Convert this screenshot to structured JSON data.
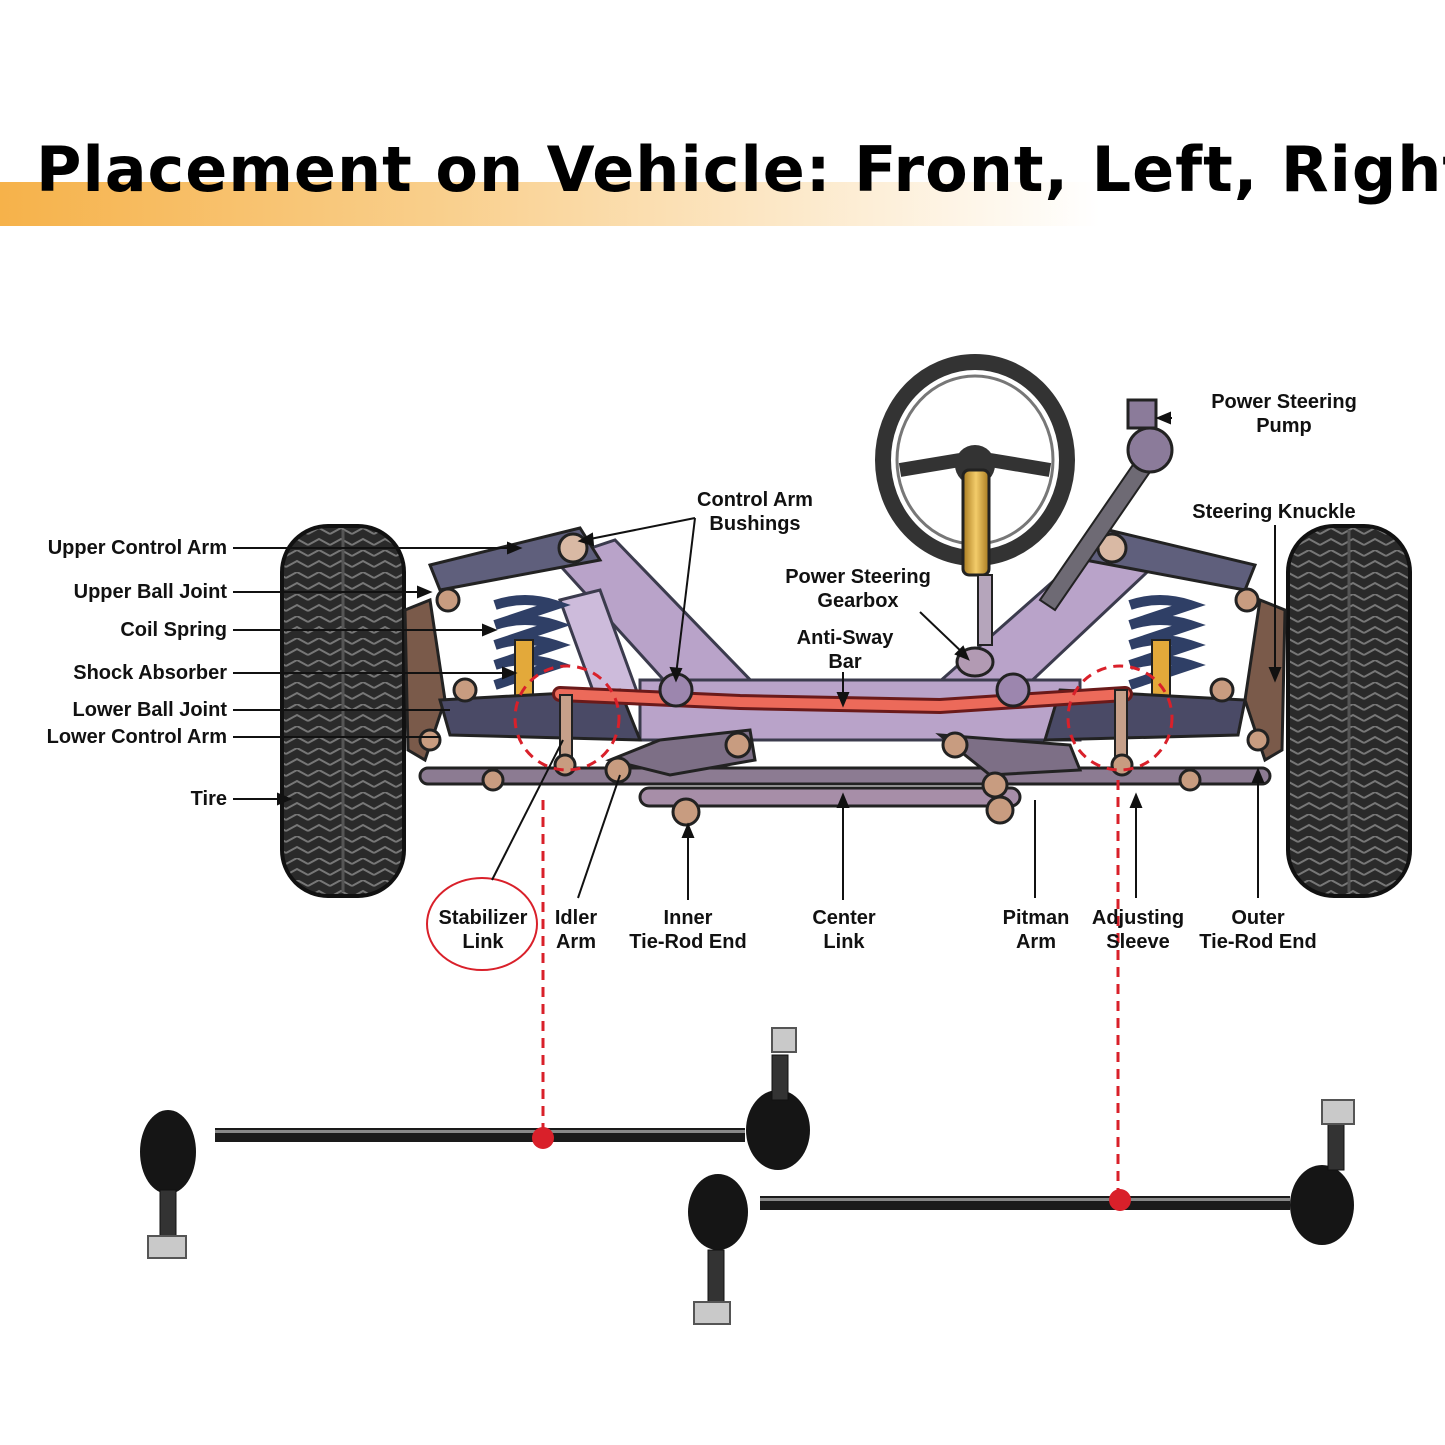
{
  "title": "Placement on Vehicle: Front, Left, Right",
  "colors": {
    "accent_band": "#f6b24a",
    "frame": "#b9a3c9",
    "arm": "#5a5a74",
    "spring": "#2f3f66",
    "highlight": "#d9202a",
    "shaft": "#d8a53a",
    "tire": "#2a2a2a"
  },
  "labels": {
    "upper_control_arm": "Upper Control Arm",
    "upper_ball_joint": "Upper Ball Joint",
    "coil_spring": "Coil Spring",
    "shock_absorber": "Shock Absorber",
    "lower_ball_joint": "Lower Ball Joint",
    "lower_control_arm": "Lower Control Arm",
    "tire": "Tire",
    "control_arm_bushings_1": "Control Arm",
    "control_arm_bushings_2": "Bushings",
    "power_steering_gearbox_1": "Power Steering",
    "power_steering_gearbox_2": "Gearbox",
    "anti_sway_bar_1": "Anti-Sway",
    "anti_sway_bar_2": "Bar",
    "power_steering_pump_1": "Power Steering",
    "power_steering_pump_2": "Pump",
    "steering_knuckle": "Steering Knuckle",
    "stabilizer_link_1": "Stabilizer",
    "stabilizer_link_2": "Link",
    "idler_arm_1": "Idler",
    "idler_arm_2": "Arm",
    "inner_tie_rod_end_1": "Inner",
    "inner_tie_rod_end_2": "Tie-Rod End",
    "center_link_1": "Center",
    "center_link_2": "Link",
    "pitman_arm_1": "Pitman",
    "pitman_arm_2": "Arm",
    "adjusting_sleeve_1": "Adjusting",
    "adjusting_sleeve_2": "Sleeve",
    "outer_tie_rod_end_1": "Outer",
    "outer_tie_rod_end_2": "Tie-Rod End"
  },
  "icons": [
    "suspension-diagram",
    "steering-wheel-icon",
    "tire-icon",
    "stabilizer-link-product"
  ]
}
